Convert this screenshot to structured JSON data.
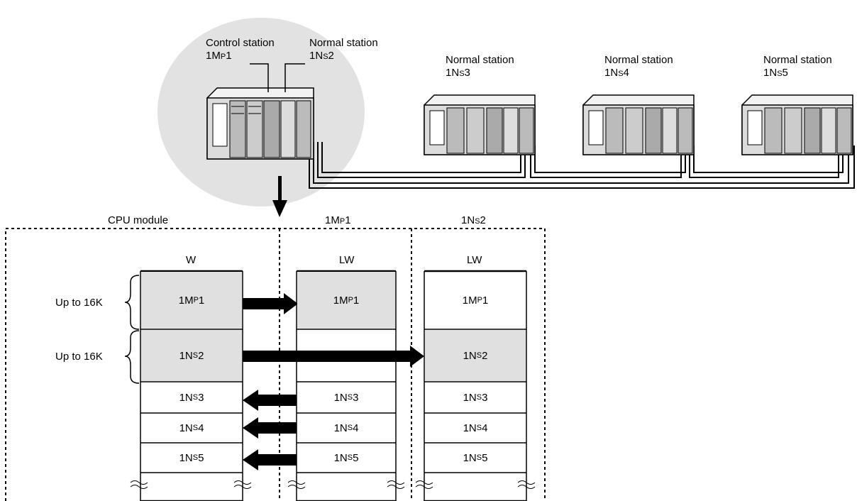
{
  "stations": [
    {
      "role": "Control station",
      "id": "1Mp1",
      "id_prefix": "1M",
      "id_small": "P",
      "id_suffix": "1"
    },
    {
      "role": "Normal station",
      "id": "1Ns2",
      "id_prefix": "1N",
      "id_small": "S",
      "id_suffix": "2"
    },
    {
      "role": "Normal station",
      "id": "1Ns3",
      "id_prefix": "1N",
      "id_small": "S",
      "id_suffix": "3"
    },
    {
      "role": "Normal station",
      "id": "1Ns4",
      "id_prefix": "1N",
      "id_small": "S",
      "id_suffix": "4"
    },
    {
      "role": "Normal station",
      "id": "1Ns5",
      "id_prefix": "1N",
      "id_small": "S",
      "id_suffix": "5"
    }
  ],
  "panels": {
    "cpu": {
      "title": "CPU module",
      "device": "W"
    },
    "mp1": {
      "title_prefix": "1M",
      "title_small": "P",
      "title_suffix": "1",
      "device": "LW"
    },
    "ns2": {
      "title_prefix": "1N",
      "title_small": "S",
      "title_suffix": "2",
      "device": "LW"
    }
  },
  "range_labels": [
    "Up to 16K",
    "Up to 16K"
  ],
  "rows": [
    {
      "prefix": "1M",
      "small": "P",
      "suffix": "1"
    },
    {
      "prefix": "1N",
      "small": "S",
      "suffix": "2"
    },
    {
      "prefix": "1N",
      "small": "S",
      "suffix": "3"
    },
    {
      "prefix": "1N",
      "small": "S",
      "suffix": "4"
    },
    {
      "prefix": "1N",
      "small": "S",
      "suffix": "5"
    }
  ],
  "colors": {
    "highlight": "#e0e0e0",
    "ellipse": "#e2e2e2",
    "line": "#000000"
  }
}
